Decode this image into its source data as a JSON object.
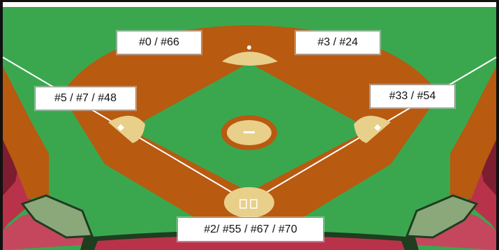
{
  "labels": {
    "top_left": "#0 / #66",
    "top_right": "#3 / #24",
    "left": "#5 / #7 / #48",
    "right": "#33 / #54",
    "bottom": "#2/ #55 / #67 / #70"
  },
  "colors": {
    "frame": "#111111",
    "grass": "#3aa74f",
    "dirt": "#b85a10",
    "base_sand": "#e8cf8a",
    "stands": "#b8334a",
    "dugout": "#8aa87a",
    "line": "#ffffff"
  }
}
